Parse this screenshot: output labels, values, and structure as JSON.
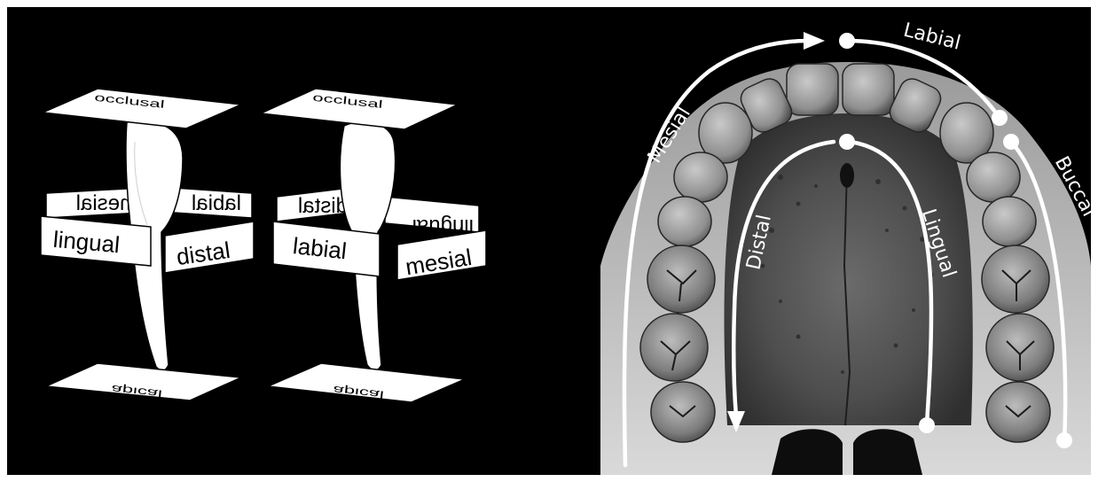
{
  "left_panel": {
    "tooth_1": {
      "top_plane": "occlusal",
      "back_left": "mesial",
      "back_right": "labial",
      "front_left": "lingual",
      "front_right": "distal",
      "bottom_plane": "apical"
    },
    "tooth_2": {
      "top_plane": "occlusal",
      "back_left": "distal",
      "back_right": "lingual",
      "front_left": "labial",
      "front_right": "mesial",
      "bottom_plane": "apical"
    }
  },
  "right_panel": {
    "labels": {
      "labial": "Labial",
      "mesial": "Mesial",
      "buccal": "Buccal",
      "distal": "Distal",
      "lingual": "Lingual"
    }
  },
  "colors": {
    "panel_background": "#000000",
    "border": "#ffffff",
    "plane_fill": "#ffffff",
    "plane_text": "#000000",
    "arrow": "#ffffff"
  }
}
